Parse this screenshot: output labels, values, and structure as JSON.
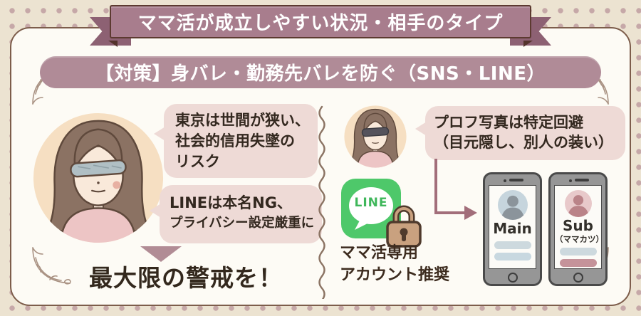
{
  "banner": {
    "title": "ママ活が成立しやすい状況・相手のタイプ"
  },
  "header": {
    "title": "【対策】身バレ・勤務先バレを防ぐ（SNS・LINE）"
  },
  "left": {
    "bubble1": {
      "lines": [
        "東京は世間が狭い、",
        "社会的信用失墜の",
        "リスク"
      ]
    },
    "bubble2": {
      "lines": [
        "LINEは本名NG、",
        "プライバシー設定厳重に"
      ]
    },
    "conclusion": "最大限の警戒を！"
  },
  "right": {
    "bubble": {
      "lines": [
        "プロフ写真は特定回避",
        "（目元隠し、別人の装い）"
      ]
    },
    "line_icon_label": "LINE",
    "caption_lines": [
      "ママ活専用",
      "アカウント推奨"
    ],
    "phones": [
      {
        "label": "Main",
        "sub_label": ""
      },
      {
        "label": "Sub",
        "sub_label": "（ママカツ）"
      }
    ]
  },
  "icons": {
    "line-app-icon": "green rounded square with white speech bubble",
    "padlock-icon": "tan padlock",
    "blindfolded-woman": "woman with blindfold illustration",
    "down-arrow": "filled triangle",
    "elbow-arrow": "down-then-right arrow"
  },
  "colors": {
    "background": "#ece3d1",
    "panel": "#fdfbf5",
    "ribbon": "#a87d8d",
    "title_bar": "#b08b97",
    "bubble": "#eedad6",
    "line_green": "#4ec86a",
    "text_dark": "#33281f",
    "accent_rose": "#b18c95"
  }
}
